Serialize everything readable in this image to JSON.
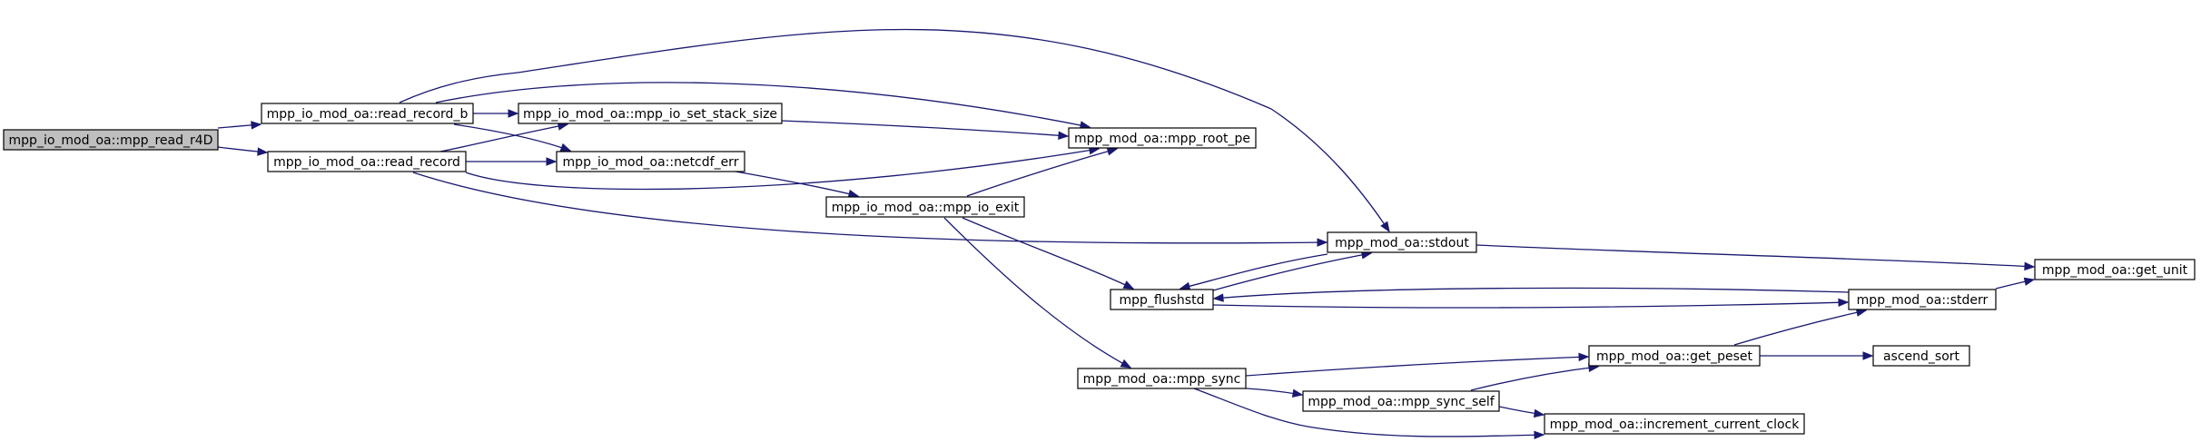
{
  "graph": {
    "nodes": [
      {
        "id": "mpp_read_r4D",
        "label": "mpp_io_mod_oa::mpp_read_r4D",
        "highlighted": true
      },
      {
        "id": "read_record_b",
        "label": "mpp_io_mod_oa::read_record_b"
      },
      {
        "id": "read_record",
        "label": "mpp_io_mod_oa::read_record"
      },
      {
        "id": "mpp_io_set_stack_size",
        "label": "mpp_io_mod_oa::mpp_io_set_stack_size"
      },
      {
        "id": "netcdf_err",
        "label": "mpp_io_mod_oa::netcdf_err"
      },
      {
        "id": "mpp_root_pe",
        "label": "mpp_mod_oa::mpp_root_pe"
      },
      {
        "id": "mpp_io_exit",
        "label": "mpp_io_mod_oa::mpp_io_exit"
      },
      {
        "id": "stdout",
        "label": "mpp_mod_oa::stdout"
      },
      {
        "id": "mpp_flushstd",
        "label": "mpp_flushstd"
      },
      {
        "id": "get_unit",
        "label": "mpp_mod_oa::get_unit"
      },
      {
        "id": "stderr",
        "label": "mpp_mod_oa::stderr"
      },
      {
        "id": "mpp_sync",
        "label": "mpp_mod_oa::mpp_sync"
      },
      {
        "id": "get_peset",
        "label": "mpp_mod_oa::get_peset"
      },
      {
        "id": "ascend_sort",
        "label": "ascend_sort"
      },
      {
        "id": "mpp_sync_self",
        "label": "mpp_mod_oa::mpp_sync_self"
      },
      {
        "id": "increment_current_clock",
        "label": "mpp_mod_oa::increment_current_clock"
      }
    ],
    "edges": [
      {
        "from": "mpp_read_r4D",
        "to": "read_record_b"
      },
      {
        "from": "mpp_read_r4D",
        "to": "read_record"
      },
      {
        "from": "read_record_b",
        "to": "mpp_io_set_stack_size"
      },
      {
        "from": "read_record_b",
        "to": "netcdf_err"
      },
      {
        "from": "read_record_b",
        "to": "mpp_root_pe"
      },
      {
        "from": "read_record_b",
        "to": "stdout"
      },
      {
        "from": "read_record",
        "to": "mpp_io_set_stack_size"
      },
      {
        "from": "read_record",
        "to": "netcdf_err"
      },
      {
        "from": "read_record",
        "to": "mpp_root_pe"
      },
      {
        "from": "read_record",
        "to": "stdout"
      },
      {
        "from": "mpp_io_set_stack_size",
        "to": "mpp_root_pe"
      },
      {
        "from": "netcdf_err",
        "to": "mpp_io_exit"
      },
      {
        "from": "mpp_io_exit",
        "to": "mpp_root_pe"
      },
      {
        "from": "mpp_io_exit",
        "to": "mpp_flushstd"
      },
      {
        "from": "mpp_io_exit",
        "to": "mpp_sync"
      },
      {
        "from": "stdout",
        "to": "mpp_flushstd"
      },
      {
        "from": "stdout",
        "to": "get_unit"
      },
      {
        "from": "mpp_flushstd",
        "to": "stdout"
      },
      {
        "from": "mpp_flushstd",
        "to": "stderr"
      },
      {
        "from": "stderr",
        "to": "mpp_flushstd"
      },
      {
        "from": "stderr",
        "to": "get_unit"
      },
      {
        "from": "mpp_sync",
        "to": "get_peset"
      },
      {
        "from": "mpp_sync",
        "to": "mpp_sync_self"
      },
      {
        "from": "mpp_sync",
        "to": "increment_current_clock"
      },
      {
        "from": "get_peset",
        "to": "stderr"
      },
      {
        "from": "get_peset",
        "to": "ascend_sort"
      },
      {
        "from": "mpp_sync_self",
        "to": "get_peset"
      },
      {
        "from": "mpp_sync_self",
        "to": "increment_current_clock"
      }
    ]
  }
}
